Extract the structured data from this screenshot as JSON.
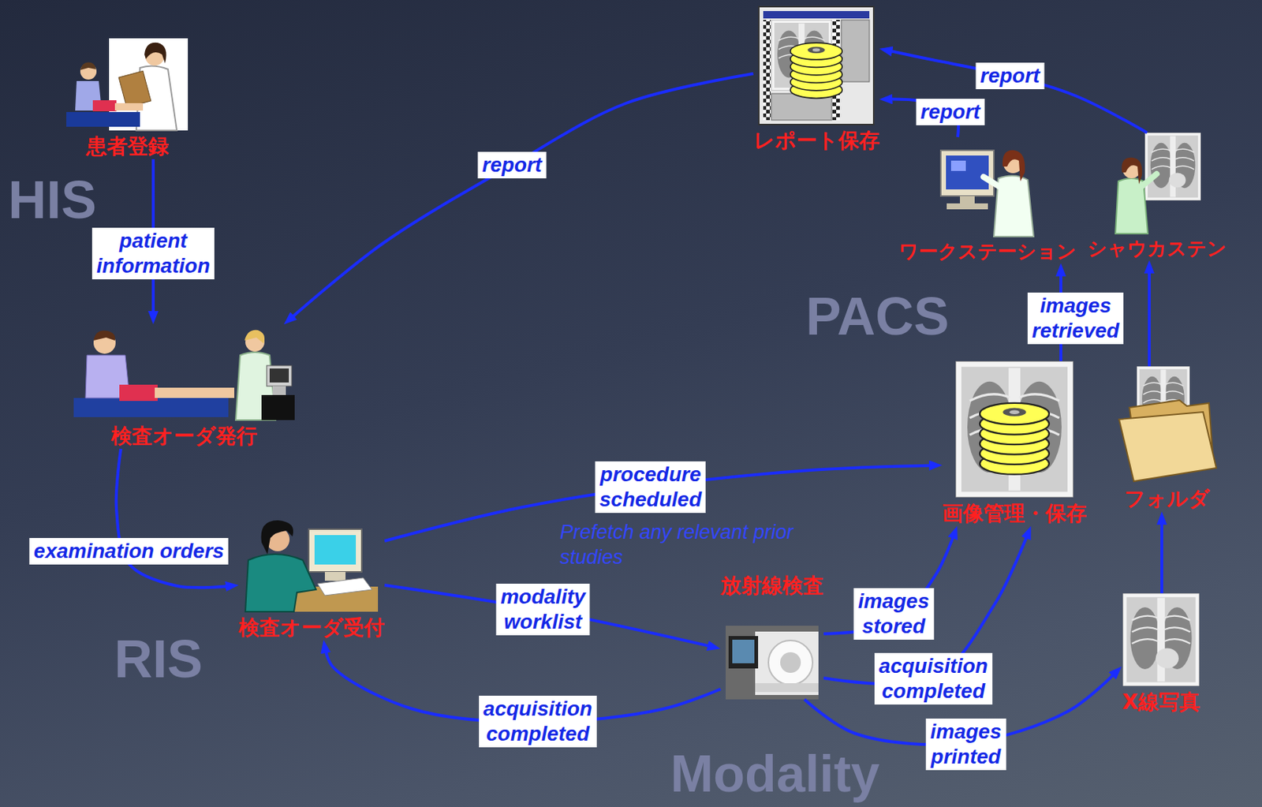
{
  "diagram": {
    "nodes": [
      {
        "text": [
          "患者登録"
        ]
      },
      {
        "text": [
          "検査オーダ発行"
        ]
      },
      {
        "text": [
          "検査オーダ受付"
        ]
      },
      {
        "text": [
          "放射線検査"
        ]
      },
      {
        "text": [
          "X線写真"
        ]
      },
      {
        "text": [
          "画像管理・保存"
        ]
      },
      {
        "text": [
          "フォルダ"
        ]
      },
      {
        "text": [
          "ワークステーション"
        ]
      },
      {
        "text": [
          "シャウカステン"
        ]
      },
      {
        "text": [
          "レポート保存"
        ]
      }
    ],
    "edges": [
      {
        "from": 0,
        "to": 1,
        "label": "patient information",
        "arrow": "to"
      },
      {
        "from": 1,
        "to": 2,
        "label": "examination orders",
        "arrow": "to"
      },
      {
        "from": 2,
        "to": 5,
        "label": "procedure scheduled",
        "arrow": "to"
      },
      {
        "from": 2,
        "to": 3,
        "label": "modality worklist",
        "arrow": "to"
      },
      {
        "from": 3,
        "to": 2,
        "label": "acquisition completed",
        "arrow": "to"
      },
      {
        "from": 3,
        "to": 5,
        "label": "images stored",
        "arrow": "to"
      },
      {
        "from": 3,
        "to": 5,
        "label": "acquisition completed",
        "arrow": "to"
      },
      {
        "from": 3,
        "to": 4,
        "label": "images printed",
        "arrow": "to"
      },
      {
        "from": 4,
        "to": 6,
        "arrow": "to"
      },
      {
        "from": 5,
        "to": 7,
        "label": "images retrieved",
        "arrow": "to"
      },
      {
        "from": 6,
        "to": 8,
        "arrow": "to"
      },
      {
        "from": 7,
        "to": 9,
        "label": "report",
        "arrow": "to"
      },
      {
        "from": 8,
        "to": 9,
        "label": "report",
        "arrow": "to"
      },
      {
        "from": 9,
        "to": 1,
        "label": "report",
        "arrow": "to"
      }
    ],
    "labels": [
      "HIS",
      "PACS",
      "Prefetch any relevant prior studies",
      "RIS",
      "Modality"
    ]
  }
}
